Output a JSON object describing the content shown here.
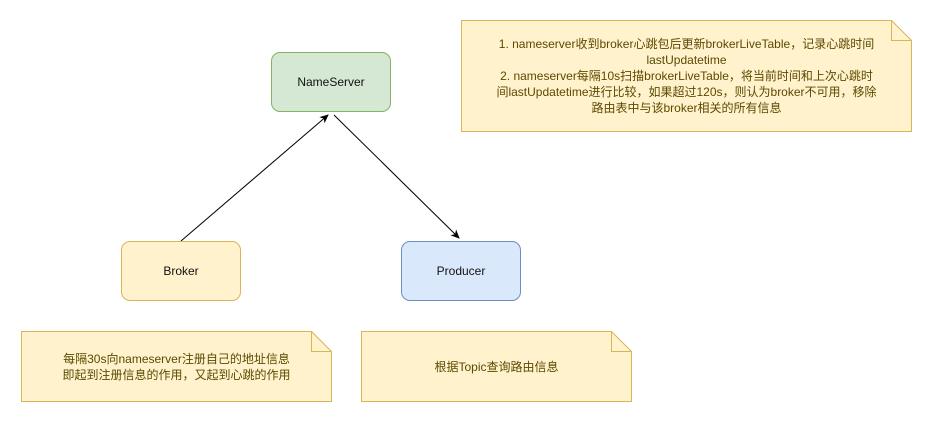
{
  "nodes": {
    "nameserver": "NameServer",
    "broker": "Broker",
    "producer": "Producer"
  },
  "notes": {
    "top_right": [
      "1. nameserver收到broker心跳包后更新brokerLiveTable，记录心跳时间",
      "lastUpdatetime",
      "2. nameserver每隔10s扫描brokerLiveTable，将当前时间和上次心跳时",
      "间lastUpdatetime进行比较，如果超过120s，则认为broker不可用，移除",
      "路由表中与该broker相关的所有信息"
    ],
    "broker": [
      "每隔30s向nameserver注册自己的地址信息",
      "即起到注册信息的作用，又起到心跳的作用"
    ],
    "producer": [
      "根据Topic查询路由信息"
    ]
  },
  "colors": {
    "nameserver_fill": "#d5e8d4",
    "nameserver_stroke": "#82b366",
    "broker_fill": "#fff2cc",
    "broker_stroke": "#d6b656",
    "producer_fill": "#dae8fc",
    "producer_stroke": "#6c8ebf",
    "note_fill": "#fff2cc",
    "note_stroke": "#d6b656",
    "note_text": "#5c4a00"
  }
}
